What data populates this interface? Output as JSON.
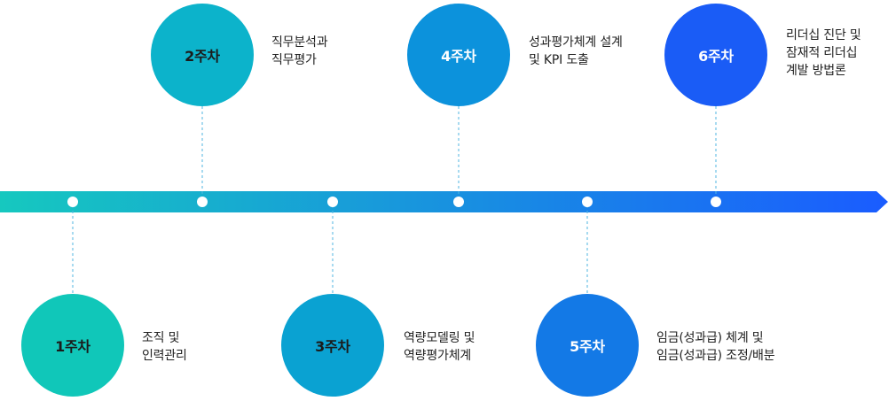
{
  "colors": {
    "gradient_start": "#16c8bf",
    "gradient_end": "#1a5cff",
    "connector": "#4fb6e0",
    "node_fill": "#ffffff"
  },
  "weeks": [
    {
      "label": "1주차",
      "lines": [
        "조직 및",
        "인력관리"
      ],
      "color": "#10c7b9",
      "text_color": "#1b1b1b"
    },
    {
      "label": "2주차",
      "lines": [
        "직무분석과",
        "직무평가"
      ],
      "color": "#0cb3cb",
      "text_color": "#1b1b1b"
    },
    {
      "label": "3주차",
      "lines": [
        "역량모델링 및",
        "역량평가체계"
      ],
      "color": "#0aa2d2",
      "text_color": "#1b1b1b"
    },
    {
      "label": "4주차",
      "lines": [
        "성과평가체계 설계",
        "및 KPI 도출"
      ],
      "color": "#0c92dc",
      "text_color": "#ffffff"
    },
    {
      "label": "5주차",
      "lines": [
        "임금(성과급) 체계 및",
        "임금(성과급) 조정/배분"
      ],
      "color": "#1379e6",
      "text_color": "#ffffff"
    },
    {
      "label": "6주차",
      "lines": [
        "리더십 진단 및",
        "잠재적 리더십",
        "계발 방법론"
      ],
      "color": "#1a5cf6",
      "text_color": "#ffffff"
    }
  ]
}
